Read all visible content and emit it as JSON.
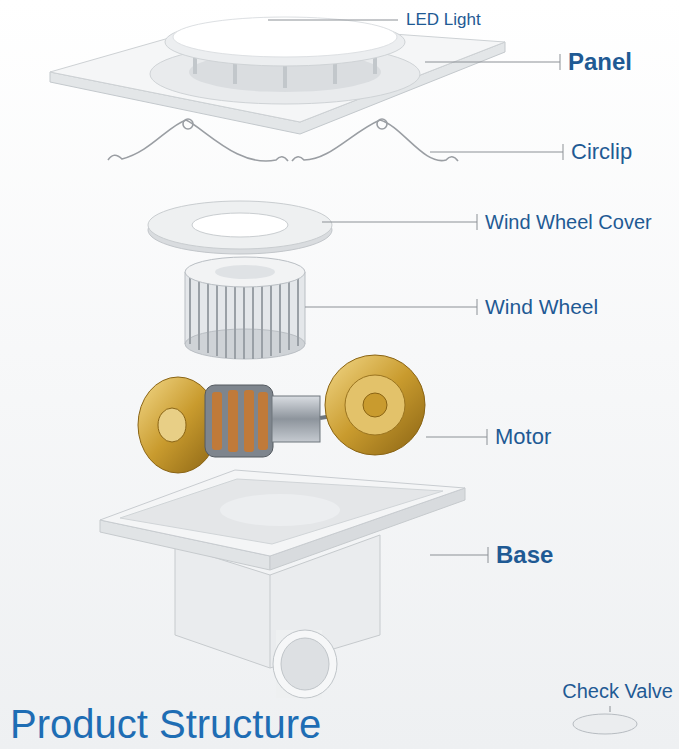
{
  "diagram": {
    "title": "Product Structure",
    "labels": [
      "LED Light",
      "Panel",
      "Circlip",
      "Wind Wheel Cover",
      "Wind Wheel",
      "Motor",
      "Base",
      "Check Valve"
    ]
  }
}
